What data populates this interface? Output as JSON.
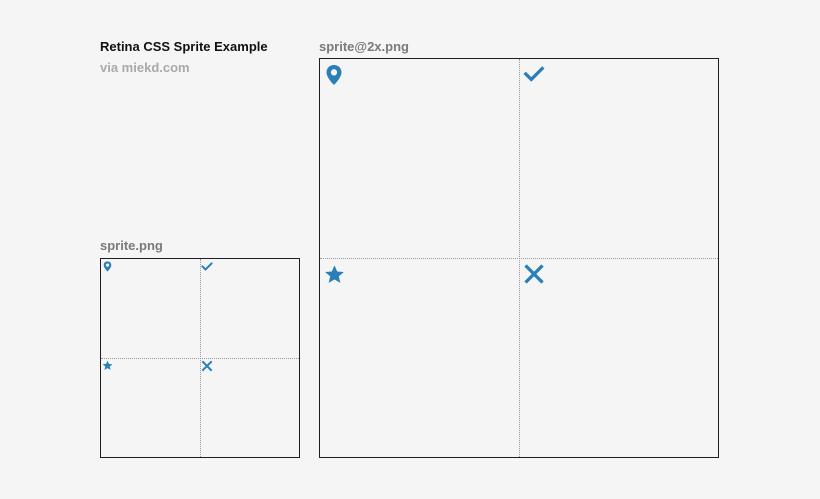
{
  "header": {
    "title": "Retina CSS Sprite Example",
    "subtitle": "via miekd.com"
  },
  "sprites": {
    "small_label": "sprite.png",
    "large_label": "sprite@2x.png"
  },
  "icons": [
    "map-pin-icon",
    "check-icon",
    "star-icon",
    "close-icon"
  ],
  "colors": {
    "icon": "#2a7fb8",
    "background": "#f5f5f5",
    "border": "#1e1e1e",
    "grid": "#9a9a9a"
  }
}
